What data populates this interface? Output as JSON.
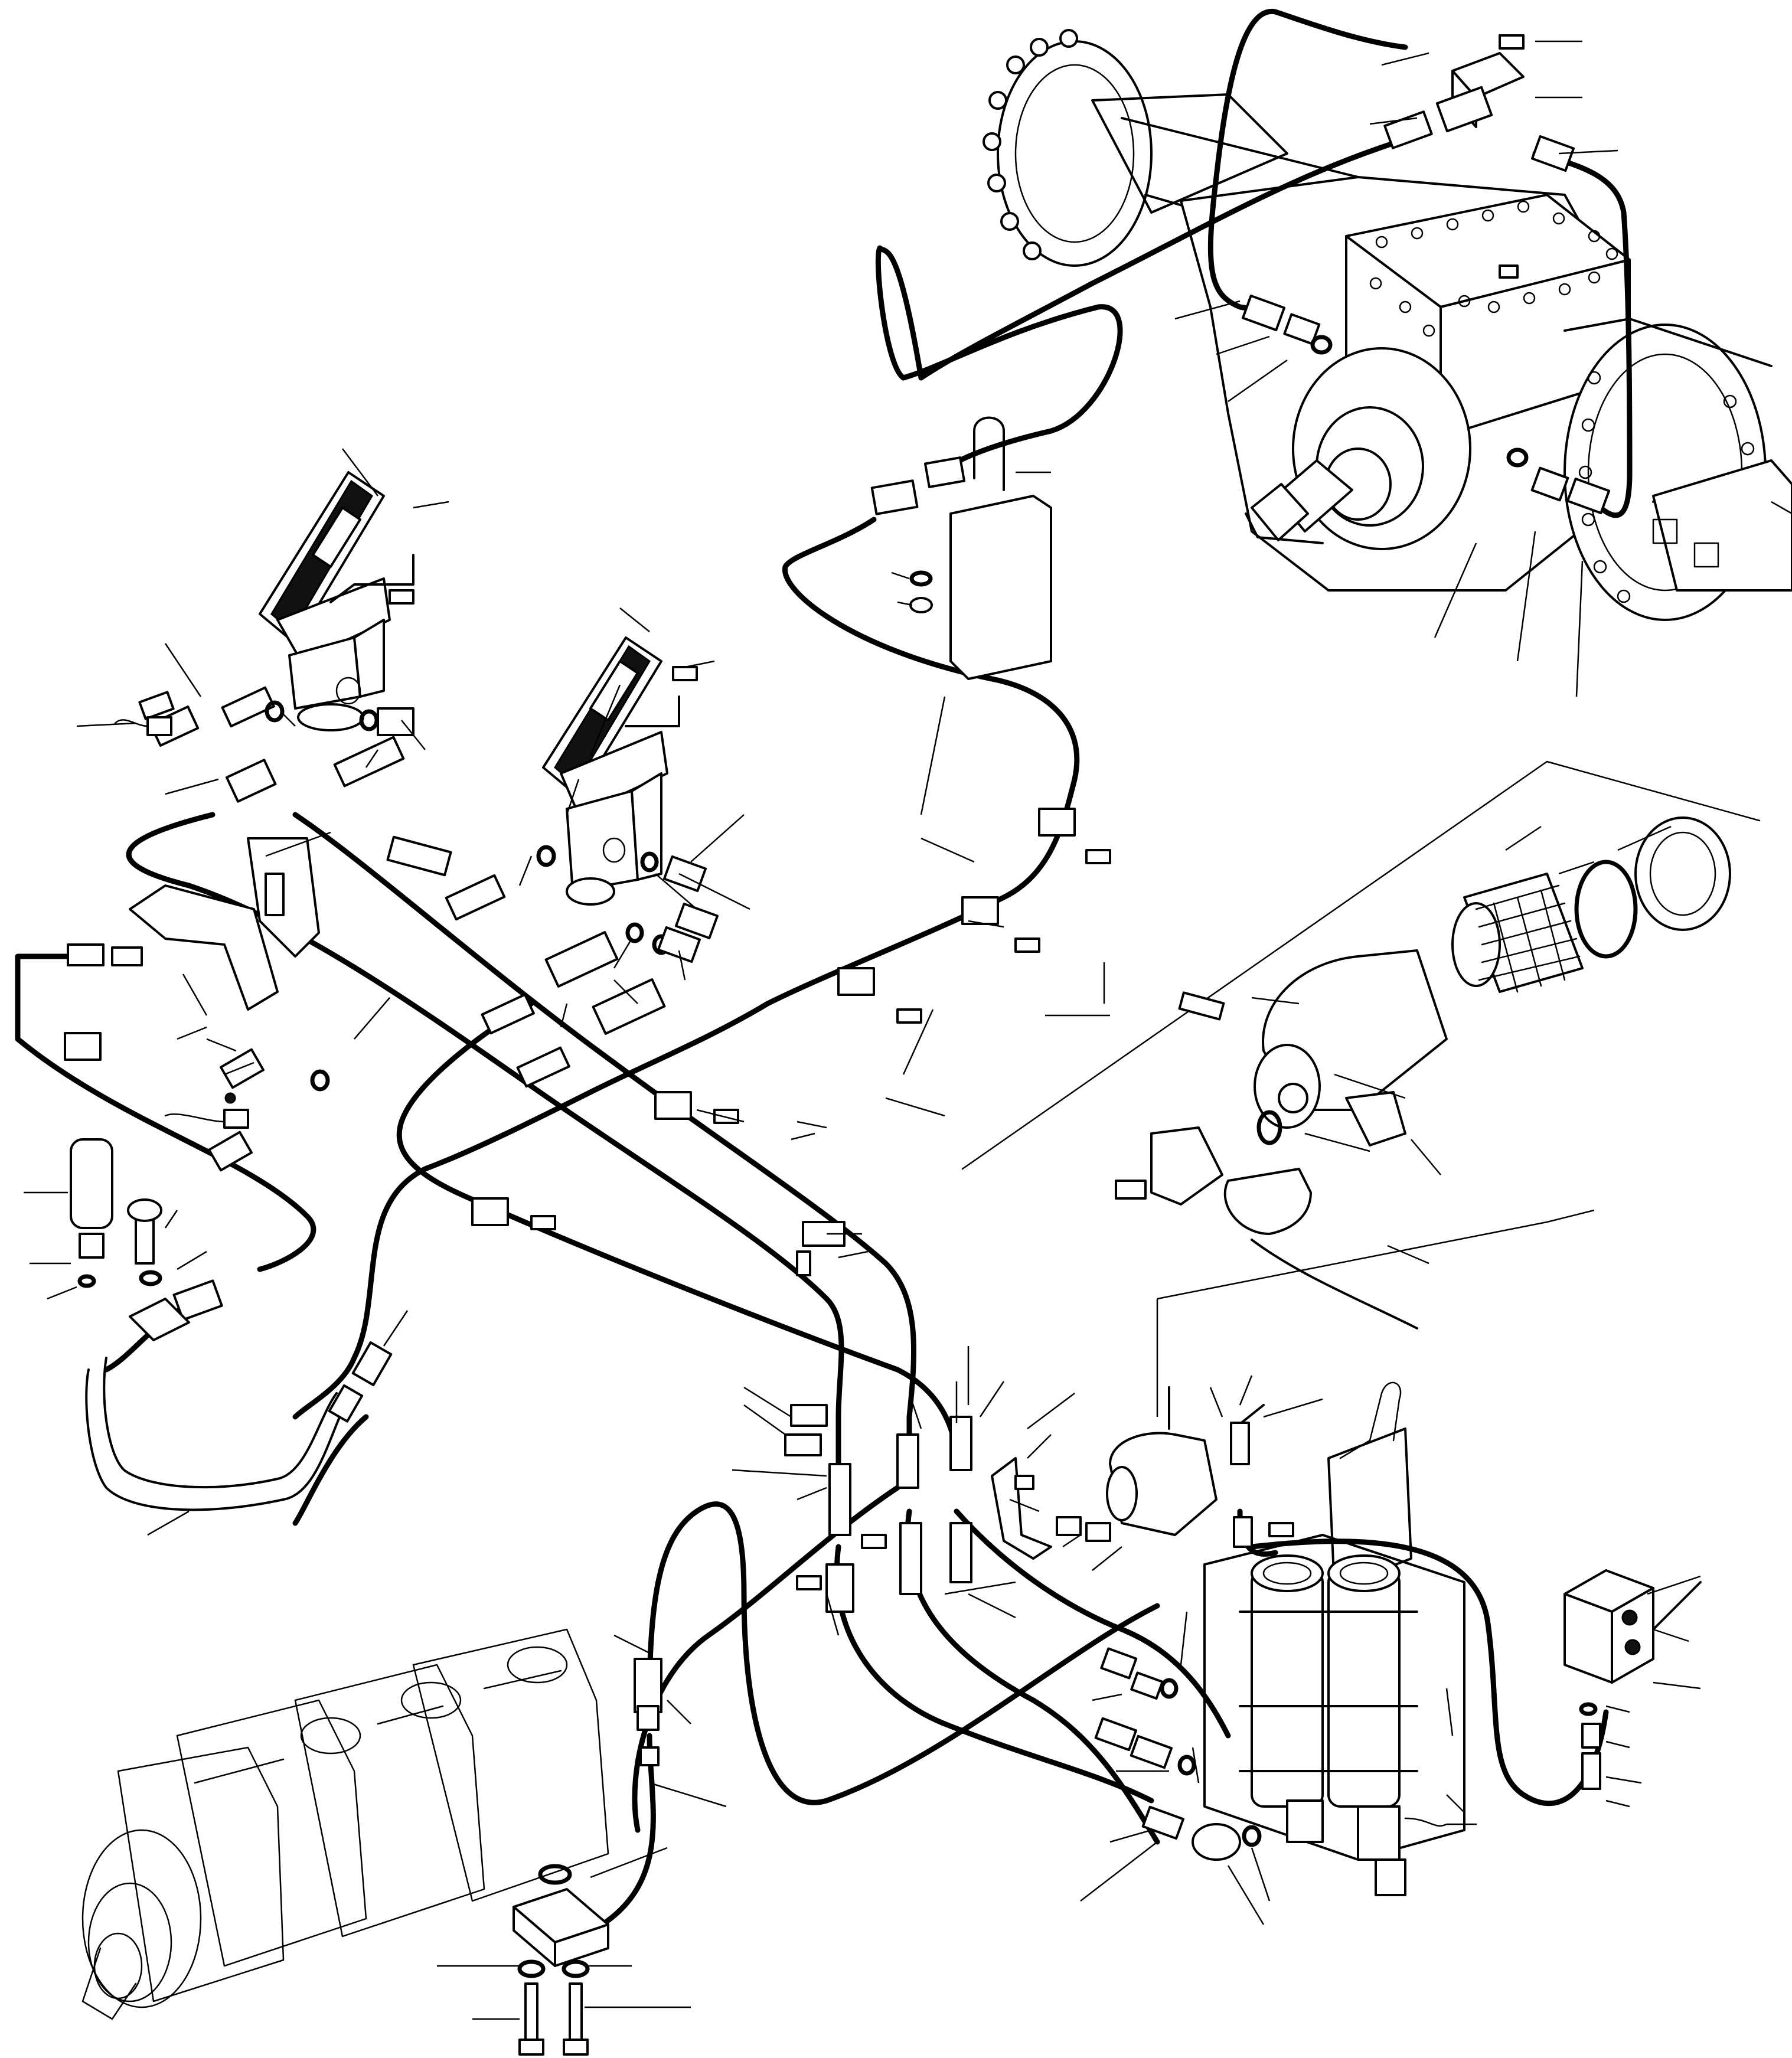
{
  "drawing": {
    "components": [
      {
        "id": "rear-axle-assembly",
        "icon": "axle-differential-icon"
      },
      {
        "id": "brake-pedal-valve-left",
        "icon": "pedal-icon"
      },
      {
        "id": "brake-pedal-valve-right",
        "icon": "pedal-icon"
      },
      {
        "id": "filter-assembly",
        "icon": "filter-cartridge-icon"
      },
      {
        "id": "accumulator-assembly",
        "icon": "accumulator-icon"
      },
      {
        "id": "hydraulic-pump",
        "icon": "gear-pump-icon"
      },
      {
        "id": "distribution-valve-block",
        "icon": "valve-block-icon"
      },
      {
        "id": "pressure-switch",
        "icon": "sensor-icon"
      }
    ]
  }
}
